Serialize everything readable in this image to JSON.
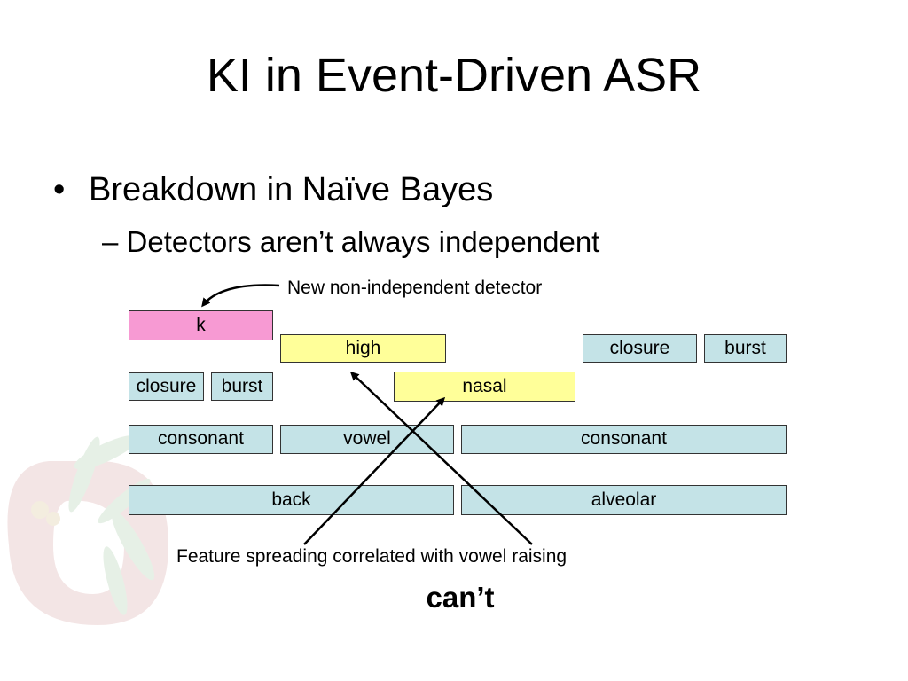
{
  "slide": {
    "title": "KI in Event-Driven ASR",
    "bullet_symbol": "•",
    "bullet_main": "Breakdown in Naïve Bayes",
    "bullet_sub": "– Detectors aren’t always independent",
    "annotation_top": "New non-independent detector",
    "annotation_bottom": "Feature spreading correlated with vowel raising",
    "word": "can’t"
  },
  "diagram": {
    "detectors": [
      {
        "label": "k",
        "color": "#f79ad3"
      },
      {
        "label": "high",
        "color": "#ffff99"
      },
      {
        "label": "closure",
        "color": "#c4e3e7"
      },
      {
        "label": "burst",
        "color": "#c4e3e7"
      },
      {
        "label": "closure",
        "color": "#c4e3e7"
      },
      {
        "label": "burst",
        "color": "#c4e3e7"
      },
      {
        "label": "nasal",
        "color": "#ffff99"
      },
      {
        "label": "consonant",
        "color": "#c4e3e7"
      },
      {
        "label": "vowel",
        "color": "#c4e3e7"
      },
      {
        "label": "consonant",
        "color": "#c4e3e7"
      },
      {
        "label": "back",
        "color": "#c4e3e7"
      },
      {
        "label": "alveolar",
        "color": "#c4e3e7"
      }
    ],
    "arrow_color": "#000000"
  },
  "watermark": {
    "icon": "university-block-o-logo-with-buckeye-leaf",
    "colors": [
      "#e9cccc",
      "#cfe3cf"
    ]
  }
}
